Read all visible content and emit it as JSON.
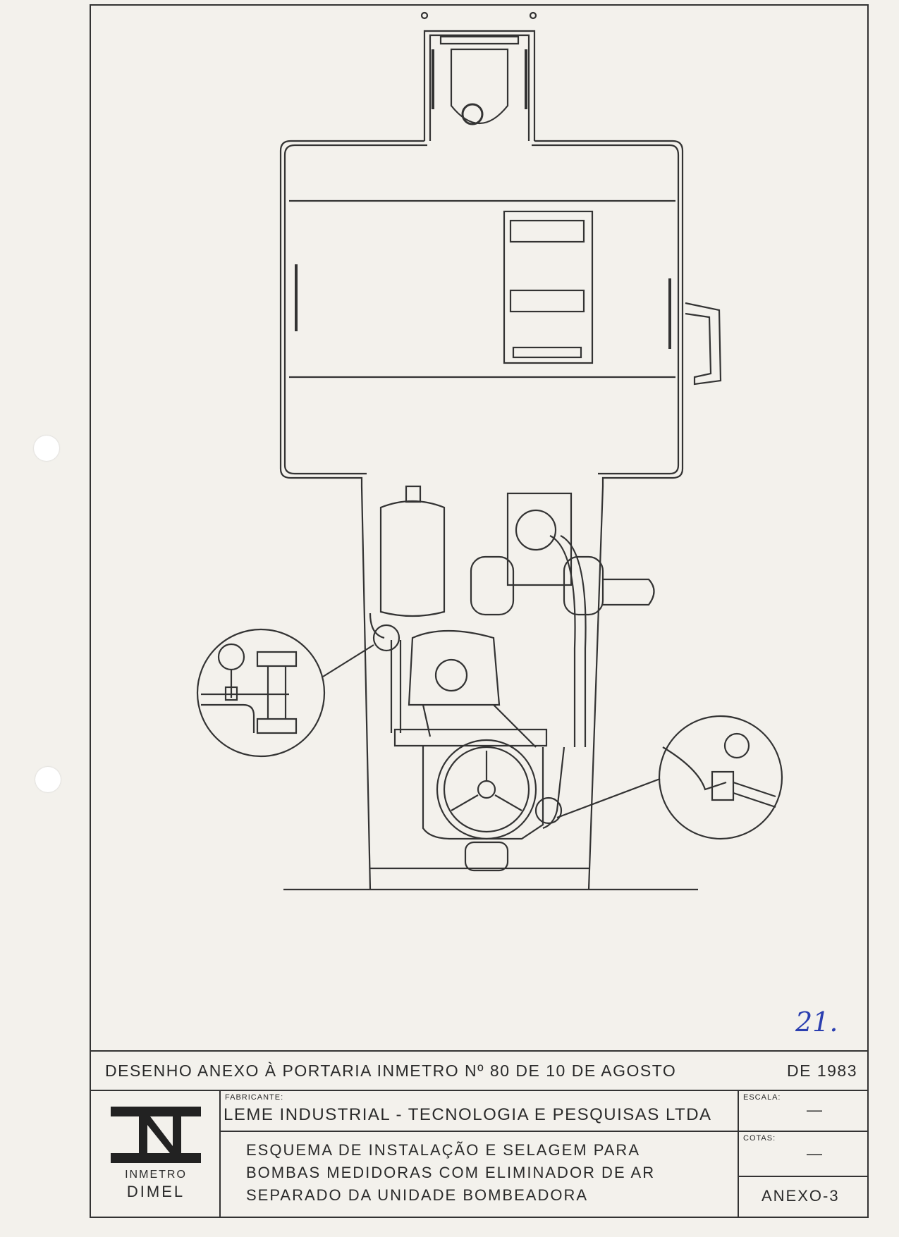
{
  "header": {
    "prefix": "DESENHO ANEXO À PORTARIA INMETRO Nº 80 DE 10 DE AGOSTO",
    "year": "DE 1983"
  },
  "logo": {
    "line1": "INMETRO",
    "line2": "DIMEL"
  },
  "manufacturer": {
    "label": "FABRICANTE:",
    "value": "LEME INDUSTRIAL - TECNOLOGIA E PESQUISAS LTDA"
  },
  "title": {
    "lines": [
      "ESQUEMA DE INSTALAÇÃO E SELAGEM PARA",
      "BOMBAS MEDIDORAS COM ELIMINADOR DE AR",
      "SEPARADO DA UNIDADE BOMBEADORA"
    ]
  },
  "escala": {
    "label": "ESCALA:",
    "value": "—"
  },
  "cotas": {
    "label": "COTAS:",
    "value": "—"
  },
  "annex": "ANEXO-3",
  "annotation": "21."
}
